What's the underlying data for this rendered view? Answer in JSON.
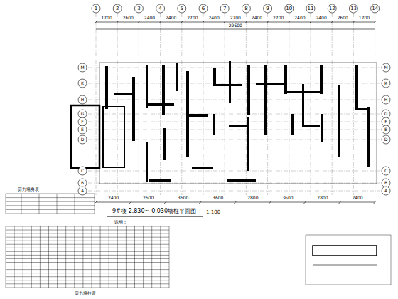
{
  "diagram": {
    "title": "9#楼-2.830~-0.030墙柱平面图",
    "labels": [
      "1",
      "2",
      "3",
      "4",
      "5",
      "6",
      "7",
      "8",
      "9",
      "10",
      "11",
      "12",
      "13",
      "14",
      "1700",
      "2600",
      "2400",
      "2400",
      "2700",
      "2400",
      "2700",
      "2400",
      "2700",
      "2400",
      "2400",
      "2600",
      "1700",
      "29600",
      "M",
      "K",
      "H",
      "G",
      "F",
      "E",
      "D",
      "C",
      "B",
      "A",
      "M",
      "K",
      "H",
      "G",
      "F",
      "E",
      "D",
      "C",
      "B",
      "A",
      "2400",
      "2600",
      "3600",
      "3600",
      "2800",
      "3600",
      "2800",
      "2400",
      "1:100",
      "说明：",
      "剪力墙身表",
      "剪力墙柱表"
    ]
  }
}
